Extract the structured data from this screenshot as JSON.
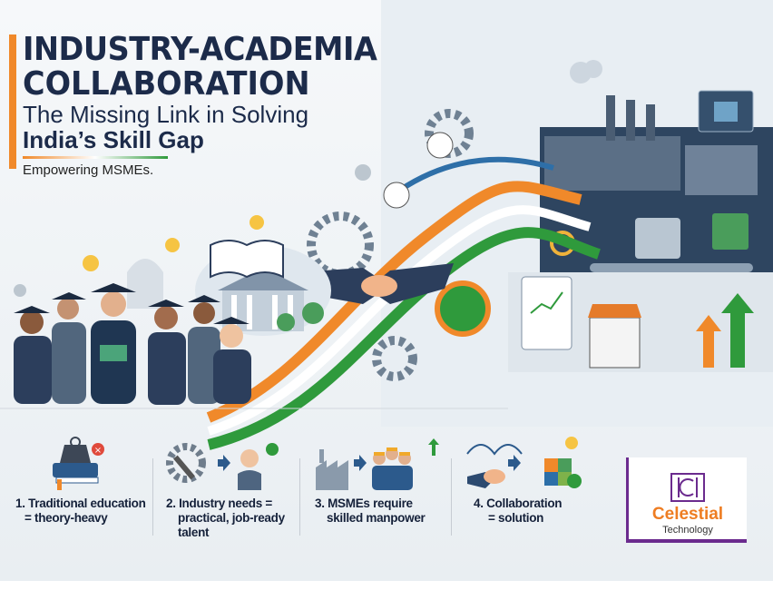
{
  "header": {
    "title_line1": "INDUSTRY-ACADEMIA",
    "title_line2": "COLLABORATION",
    "subtitle_line1": "The Missing Link in Solving",
    "subtitle_line2": "India’s Skill Gap",
    "tagline": "Empowering MSMEs."
  },
  "steps": [
    {
      "line1": "1. Traditional education",
      "line2": "= theory-heavy",
      "line3": "",
      "icon": "book-weight-icon",
      "badge": "x-mark-icon"
    },
    {
      "line1": "2. Industry needs =",
      "line2": "practical, job-ready",
      "line3": "talent",
      "icon": "gear-wrench-icon",
      "badge": "check-icon"
    },
    {
      "line1": "3. MSMEs require",
      "line2": "skilled manpower",
      "line3": "",
      "icon": "factory-workers-icon",
      "badge": "up-arrow-icon"
    },
    {
      "line1": "4. Collaboration",
      "line2": "= solution",
      "line3": "",
      "icon": "handshake-puzzle-icon",
      "badge": "check-icon"
    }
  ],
  "logo": {
    "brand": "Celestial",
    "sub": "Technology"
  },
  "colors": {
    "navy": "#1c2b4a",
    "saffron": "#f0892a",
    "green": "#2f9a3c",
    "purple": "#6b2b8e",
    "panel": "#2e4560"
  }
}
